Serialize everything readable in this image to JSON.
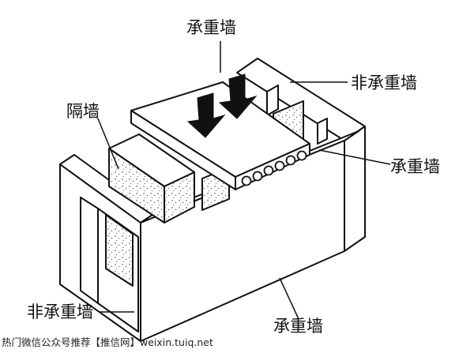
{
  "labels": {
    "top_load": "承重墙",
    "partition": "隔墙",
    "non_load_right": "非承重墙",
    "load_right": "承重墙",
    "non_load_left": "非承重墙",
    "load_bottom": "承重墙"
  },
  "watermark": "热门微信公众号推荐【推信网】weixin.tuiq.net"
}
